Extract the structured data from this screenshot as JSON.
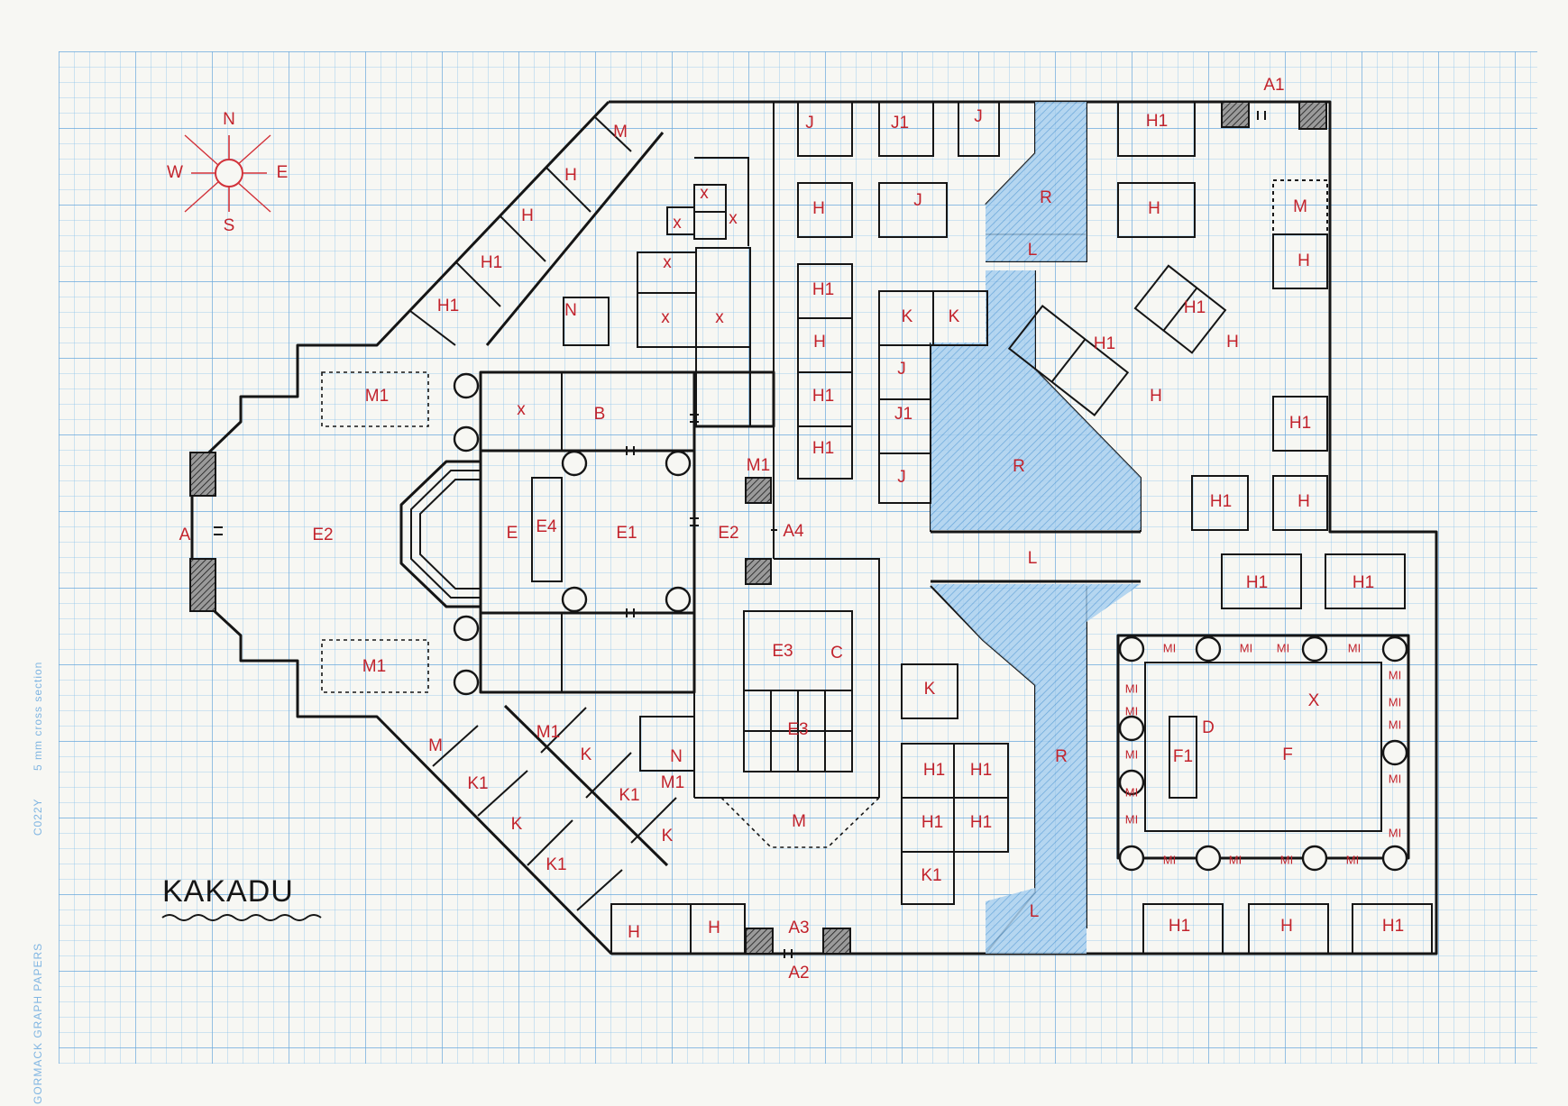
{
  "map": {
    "title": "KAKADU",
    "colors": {
      "paper": "#f7f7f3",
      "grid_minor": "#8cc2ea",
      "grid_major": "#6aa9dc",
      "ink": "#151515",
      "label": "#c2232c",
      "ramp_fill": "#9fc9ec"
    },
    "compass": [
      "N",
      "E",
      "S",
      "W"
    ],
    "edge_print": {
      "brand": "GORMACK GRAPH PAPERS",
      "code": "C022Y",
      "section": "5 mm cross section"
    },
    "rooms": [
      {
        "id": "M_nw",
        "label": "M"
      },
      {
        "id": "H_nw1",
        "label": "H"
      },
      {
        "id": "H_nw2",
        "label": "H"
      },
      {
        "id": "H1_nw1",
        "label": "H1"
      },
      {
        "id": "H1_nw2",
        "label": "H1"
      },
      {
        "id": "x1",
        "label": "x"
      },
      {
        "id": "x2",
        "label": "x"
      },
      {
        "id": "x3",
        "label": "x"
      },
      {
        "id": "x4",
        "label": "x"
      },
      {
        "id": "x5",
        "label": "x"
      },
      {
        "id": "x6",
        "label": "x"
      },
      {
        "id": "x7",
        "label": "x"
      },
      {
        "id": "N_n",
        "label": "N"
      },
      {
        "id": "J_a",
        "label": "J"
      },
      {
        "id": "J1_a",
        "label": "J1"
      },
      {
        "id": "J_b",
        "label": "J"
      },
      {
        "id": "H_c1",
        "label": "H"
      },
      {
        "id": "J_c",
        "label": "J"
      },
      {
        "id": "H1_c1",
        "label": "H1"
      },
      {
        "id": "H_c2",
        "label": "H"
      },
      {
        "id": "H1_c2",
        "label": "H1"
      },
      {
        "id": "H1_c3",
        "label": "H1"
      },
      {
        "id": "K_a",
        "label": "K"
      },
      {
        "id": "K_b",
        "label": "K"
      },
      {
        "id": "J_d",
        "label": "J"
      },
      {
        "id": "J1_d",
        "label": "J1"
      },
      {
        "id": "J_e",
        "label": "J"
      },
      {
        "id": "R_top",
        "label": "R"
      },
      {
        "id": "L_top",
        "label": "L"
      },
      {
        "id": "R_mid",
        "label": "R"
      },
      {
        "id": "L_mid",
        "label": "L"
      },
      {
        "id": "R_low",
        "label": "R"
      },
      {
        "id": "L_low",
        "label": "L"
      },
      {
        "id": "H1_ne1",
        "label": "H1"
      },
      {
        "id": "H_ne1",
        "label": "H"
      },
      {
        "id": "M_ne",
        "label": "M"
      },
      {
        "id": "H_ne2",
        "label": "H"
      },
      {
        "id": "H1_r1",
        "label": "H1"
      },
      {
        "id": "H_r1",
        "label": "H"
      },
      {
        "id": "H1_r2",
        "label": "H1"
      },
      {
        "id": "H_r2",
        "label": "H"
      },
      {
        "id": "H1_e1",
        "label": "H1"
      },
      {
        "id": "H1_e2",
        "label": "H1"
      },
      {
        "id": "H_e1",
        "label": "H"
      },
      {
        "id": "H1_e3",
        "label": "H1"
      },
      {
        "id": "H1_e4",
        "label": "H1"
      },
      {
        "id": "M1_top",
        "label": "M1"
      },
      {
        "id": "M1_bot",
        "label": "M1"
      },
      {
        "id": "A",
        "label": "A"
      },
      {
        "id": "E2_w",
        "label": "E2"
      },
      {
        "id": "E",
        "label": "E"
      },
      {
        "id": "E4",
        "label": "E4"
      },
      {
        "id": "E1",
        "label": "E1"
      },
      {
        "id": "E2_e",
        "label": "E2"
      },
      {
        "id": "A4",
        "label": "A4"
      },
      {
        "id": "B",
        "label": "B"
      },
      {
        "id": "M1_small",
        "label": "M1"
      },
      {
        "id": "E3",
        "label": "E3"
      },
      {
        "id": "C",
        "label": "C"
      },
      {
        "id": "E3_b",
        "label": "E3"
      },
      {
        "id": "K_c",
        "label": "K"
      },
      {
        "id": "H1_s1",
        "label": "H1"
      },
      {
        "id": "H1_s2",
        "label": "H1"
      },
      {
        "id": "H1_s3",
        "label": "H1"
      },
      {
        "id": "H1_s4",
        "label": "H1"
      },
      {
        "id": "K1_s",
        "label": "K1"
      },
      {
        "id": "M_sw",
        "label": "M"
      },
      {
        "id": "K1_sw1",
        "label": "K1"
      },
      {
        "id": "K_sw1",
        "label": "K"
      },
      {
        "id": "K1_sw2",
        "label": "K1"
      },
      {
        "id": "M1_sw",
        "label": "M1"
      },
      {
        "id": "K_sw2",
        "label": "K"
      },
      {
        "id": "K1_sw3",
        "label": "K1"
      },
      {
        "id": "K_sw3",
        "label": "K"
      },
      {
        "id": "N_s",
        "label": "N"
      },
      {
        "id": "M1_tiny",
        "label": "M1"
      },
      {
        "id": "M_s",
        "label": "M"
      },
      {
        "id": "H_s1",
        "label": "H"
      },
      {
        "id": "H_s2",
        "label": "H"
      },
      {
        "id": "A3",
        "label": "A3"
      },
      {
        "id": "A2",
        "label": "A2"
      },
      {
        "id": "A1",
        "label": "A1"
      },
      {
        "id": "D",
        "label": "D"
      },
      {
        "id": "F1",
        "label": "F1"
      },
      {
        "id": "F",
        "label": "F"
      },
      {
        "id": "X",
        "label": "X"
      },
      {
        "id": "H1_b1",
        "label": "H1"
      },
      {
        "id": "H_b1",
        "label": "H"
      },
      {
        "id": "H1_b2",
        "label": "H1"
      }
    ],
    "m1_ring": [
      "MI",
      "MI",
      "MI",
      "MI",
      "MI",
      "MI",
      "MI",
      "MI",
      "MI",
      "MI",
      "MI",
      "MI",
      "MI",
      "MI",
      "MI",
      "MI",
      "MI",
      "MI"
    ]
  }
}
